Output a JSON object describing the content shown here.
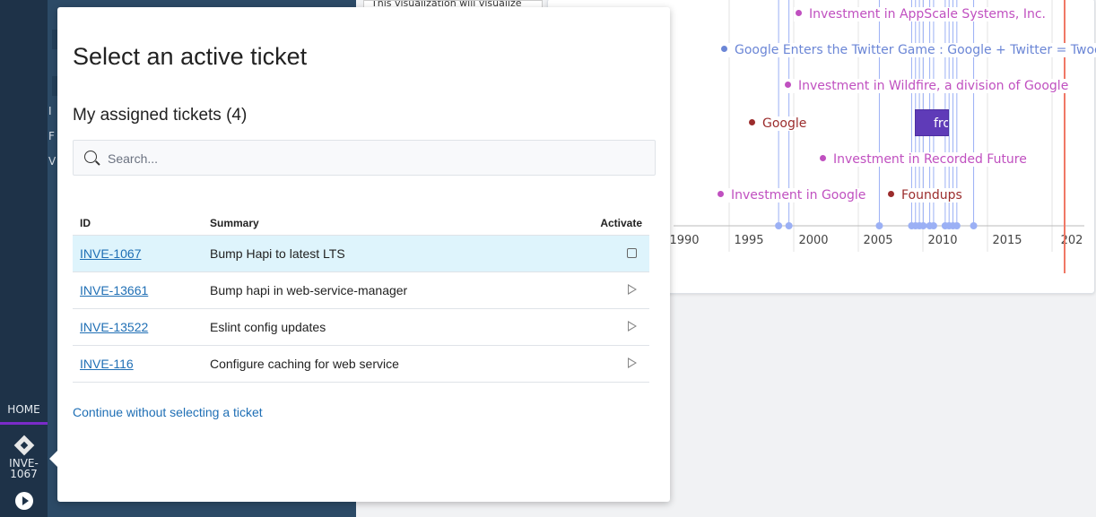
{
  "sidebar": {
    "home_label": "HOME",
    "ticket_label": "INVE-1067",
    "ticket_line1": "INVE-",
    "ticket_line2": "1067"
  },
  "panel": {
    "letters": [
      "I",
      "F",
      "V"
    ],
    "vis_text": "This visualization will visualize"
  },
  "timeline": {
    "axis_labels": [
      "1990",
      "1995",
      "2000",
      "2005",
      "2010",
      "2015",
      "202"
    ],
    "events": [
      {
        "label": "Investment in AppScale Systems, Inc.",
        "color": "#c050c0"
      },
      {
        "label": "Google Enters the Twitter Game : Google + Twitter = Twoog",
        "color": "#6b86d6"
      },
      {
        "label": "Investment in Wildfire, a division of Google",
        "color": "#c050c0"
      },
      {
        "label": "Google",
        "color": "#9b2c2c"
      },
      {
        "label": "Investment in Recorded Future",
        "color": "#c050c0"
      },
      {
        "label": "Investment in Google",
        "color": "#c050c0"
      },
      {
        "label": "Foundups",
        "color": "#9b2c2c"
      }
    ],
    "range_label": "fro",
    "point_years": [
      1997.3,
      1998.1,
      2005.1,
      2007.6,
      2007.9,
      2008.2,
      2008.5,
      2009.0,
      2009.3,
      2010.2,
      2010.5,
      2010.8,
      2011.1,
      2012.4
    ],
    "today_color": "#f07866",
    "point_color": "#9bb0f5"
  },
  "modal": {
    "title": "Select an active ticket",
    "subtitle": "My assigned tickets (4)",
    "search_placeholder": "Search...",
    "columns": {
      "id": "ID",
      "summary": "Summary",
      "activate": "Activate"
    },
    "rows": [
      {
        "id": "INVE-1067",
        "summary": "Bump Hapi to latest LTS",
        "action": "stop"
      },
      {
        "id": "INVE-13661",
        "summary": "Bump hapi in web-service-manager",
        "action": "play"
      },
      {
        "id": "INVE-13522",
        "summary": "Eslint config updates",
        "action": "play"
      },
      {
        "id": "INVE-116",
        "summary": "Configure caching for web service",
        "action": "play"
      }
    ],
    "continue_label": "Continue without selecting a ticket"
  }
}
